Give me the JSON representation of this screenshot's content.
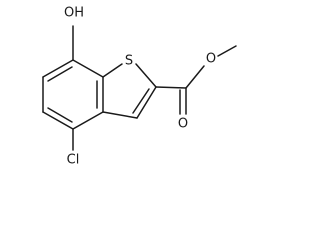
{
  "structure": {
    "labels": {
      "hydroxyl": "OH",
      "sulfur": "S",
      "carbonyl_oxygen": "O",
      "ether_oxygen": "O",
      "chlorine": "Cl"
    }
  },
  "colors": {
    "bond": "#1a1a1a",
    "background": "#ffffff"
  }
}
